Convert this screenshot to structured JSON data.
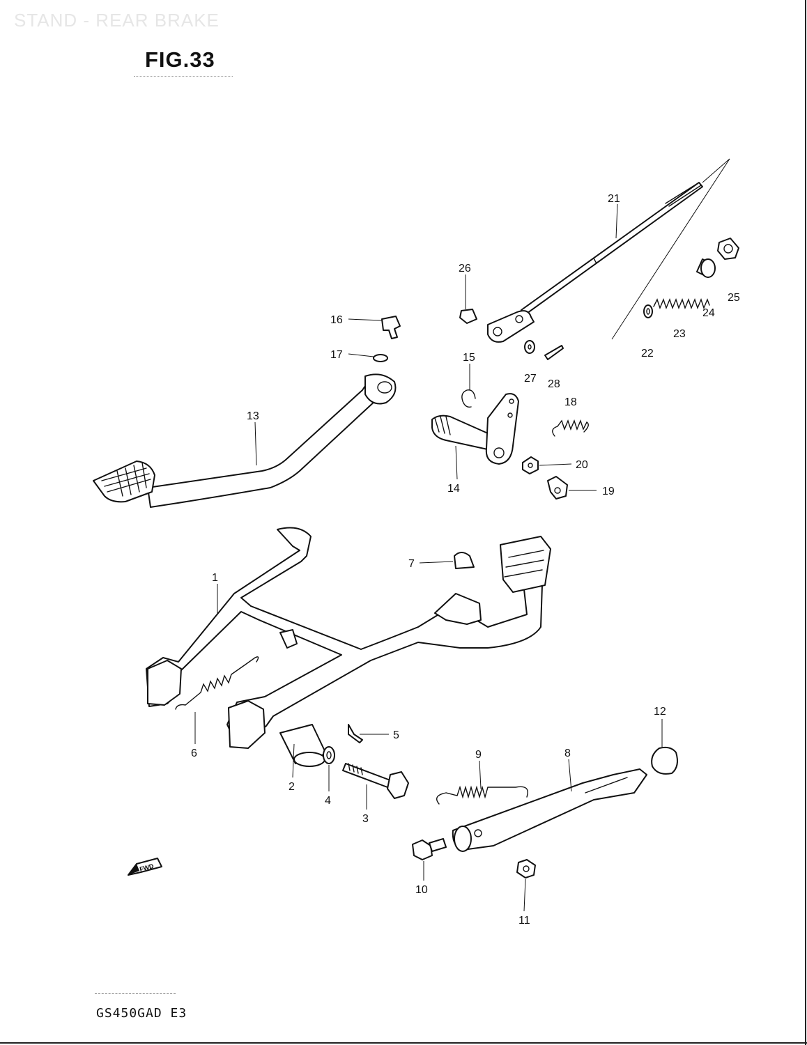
{
  "header": {
    "faint_title": "STAND - REAR BRAKE",
    "figure": "FIG.33"
  },
  "footer": {
    "model": "GS450GAD  E3"
  },
  "fwd_label": "FWD",
  "callouts": {
    "p1": "1",
    "p2": "2",
    "p3": "3",
    "p4": "4",
    "p5": "5",
    "p6": "6",
    "p7": "7",
    "p8": "8",
    "p9": "9",
    "p10": "10",
    "p11": "11",
    "p12": "12",
    "p13": "13",
    "p14": "14",
    "p15": "15",
    "p16": "16",
    "p17": "17",
    "p18": "18",
    "p19": "19",
    "p20": "20",
    "p21": "21",
    "p22": "22",
    "p23": "23",
    "p24": "24",
    "p25": "25",
    "p26": "26",
    "p27": "27",
    "p28": "28"
  }
}
